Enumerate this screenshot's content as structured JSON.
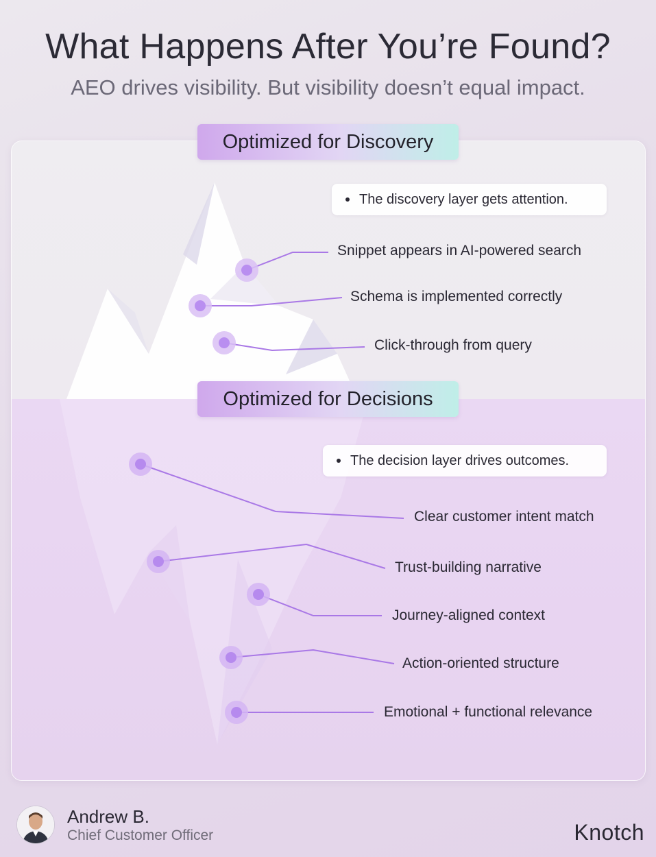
{
  "header": {
    "title": "What Happens After You’re Found?",
    "subtitle": "AEO drives visibility. But visibility doesn’t equal impact."
  },
  "discovery": {
    "heading": "Optimized for Discovery",
    "note": "The discovery layer gets attention.",
    "items": [
      "Snippet appears in AI-powered search",
      "Schema is implemented correctly",
      "Click-through from query"
    ]
  },
  "decisions": {
    "heading": "Optimized for Decisions",
    "note": "The decision layer drives outcomes.",
    "items": [
      "Clear customer intent match",
      "Trust-building narrative",
      "Journey-aligned context",
      "Action-oriented structure",
      "Emotional + functional relevance"
    ]
  },
  "footer": {
    "author_name": "Andrew B.",
    "author_role": "Chief Customer Officer",
    "brand": "Knotch"
  },
  "colors": {
    "accent_purple": "#a978e6",
    "marker_fill": "#c7a3f0",
    "pill_start": "#cfa8ec",
    "pill_end": "#bfeee8"
  },
  "icons": {
    "marker": "marker-dot-icon",
    "avatar": "avatar-photo-icon"
  }
}
